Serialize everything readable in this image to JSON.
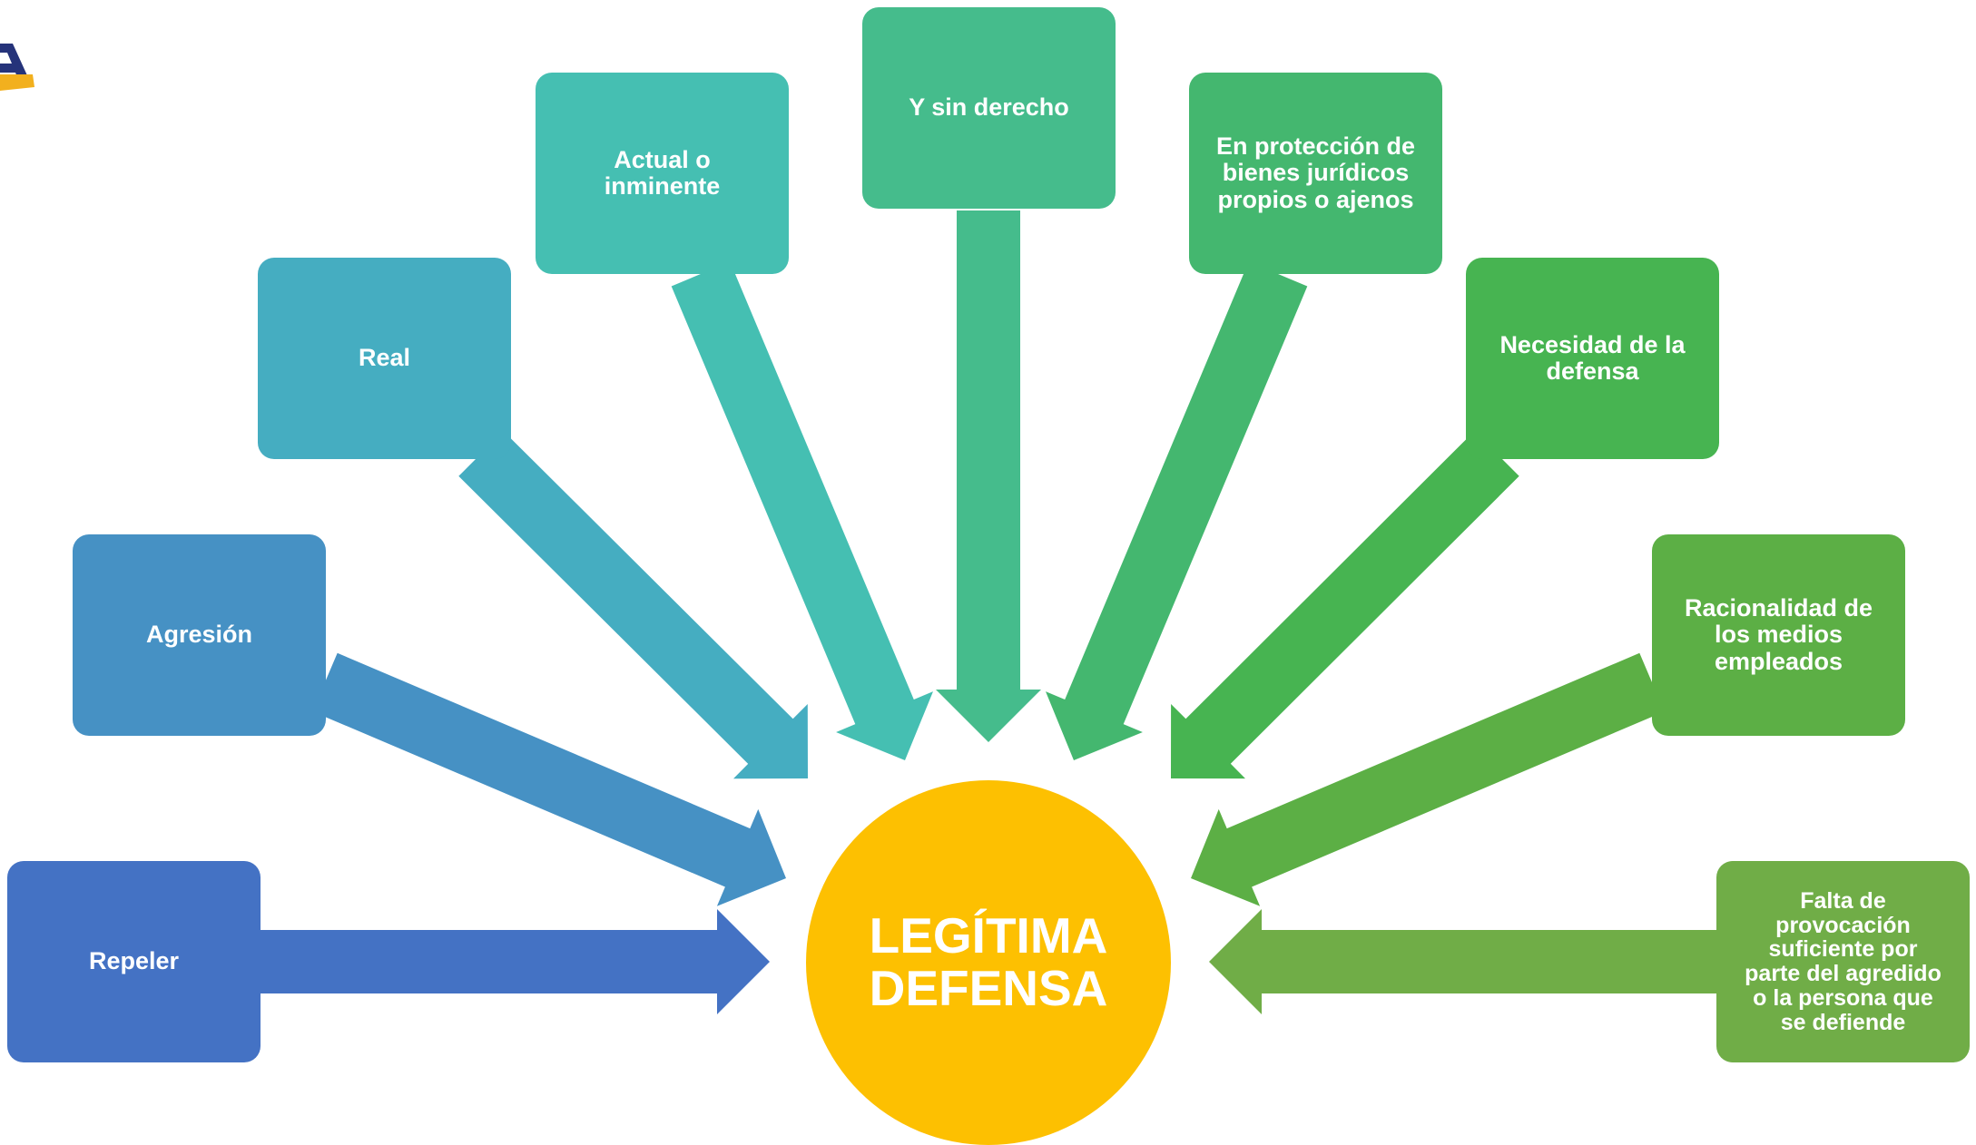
{
  "center": {
    "label": "LEGÍTIMA\nDEFENSA",
    "color": "#FDC001"
  },
  "boxes": [
    {
      "label": "Repeler",
      "color": "#4472C4"
    },
    {
      "label": "Agresión",
      "color": "#4691C4"
    },
    {
      "label": "Real",
      "color": "#45ADC1"
    },
    {
      "label": "Actual o\ninminente",
      "color": "#45BFB2"
    },
    {
      "label": "Y sin derecho",
      "color": "#45BC8C"
    },
    {
      "label": "En protección de\nbienes jurídicos\npropios o ajenos",
      "color": "#44B76F"
    },
    {
      "label": "Necesidad de la\ndefensa",
      "color": "#47B451"
    },
    {
      "label": "Racionalidad de\nlos medios\nempleados",
      "color": "#5CAF45"
    },
    {
      "label": "Falta de\nprovocación\nsuficiente por\nparte del agredido\no la persona que\nse defiende",
      "color": "#70AD47"
    }
  ],
  "logo": {
    "colors": [
      "#25337A",
      "#F2B01E"
    ]
  }
}
